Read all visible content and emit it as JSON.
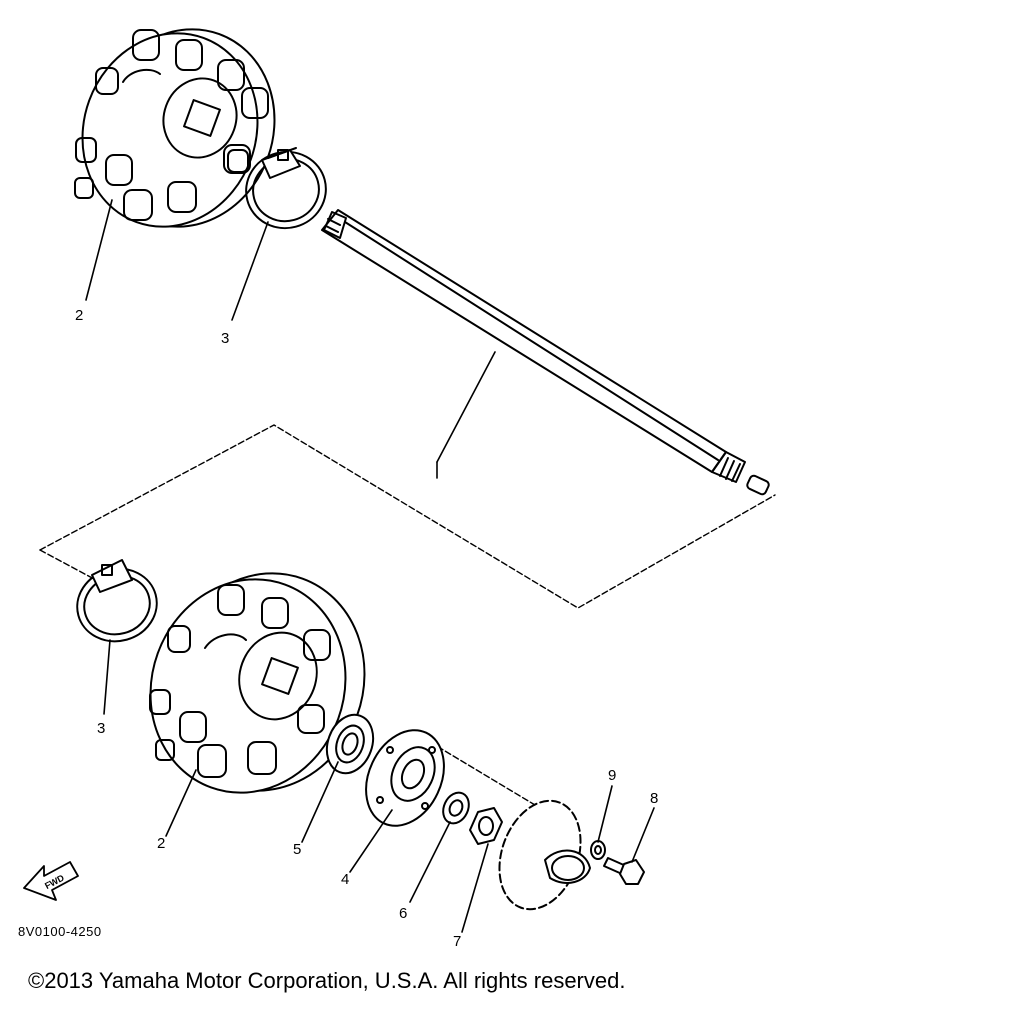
{
  "diagram": {
    "callouts": {
      "c2_top": "2",
      "c3_top": "3",
      "c3_bottom": "3",
      "c2_bottom": "2",
      "c5": "5",
      "c4": "4",
      "c6": "6",
      "c7": "7",
      "c9": "9",
      "c8": "8"
    },
    "fwd_label": "FWD",
    "figure_code": "8V0100-4250"
  },
  "copyright": "©2013 Yamaha Motor Corporation, U.S.A. All rights reserved."
}
